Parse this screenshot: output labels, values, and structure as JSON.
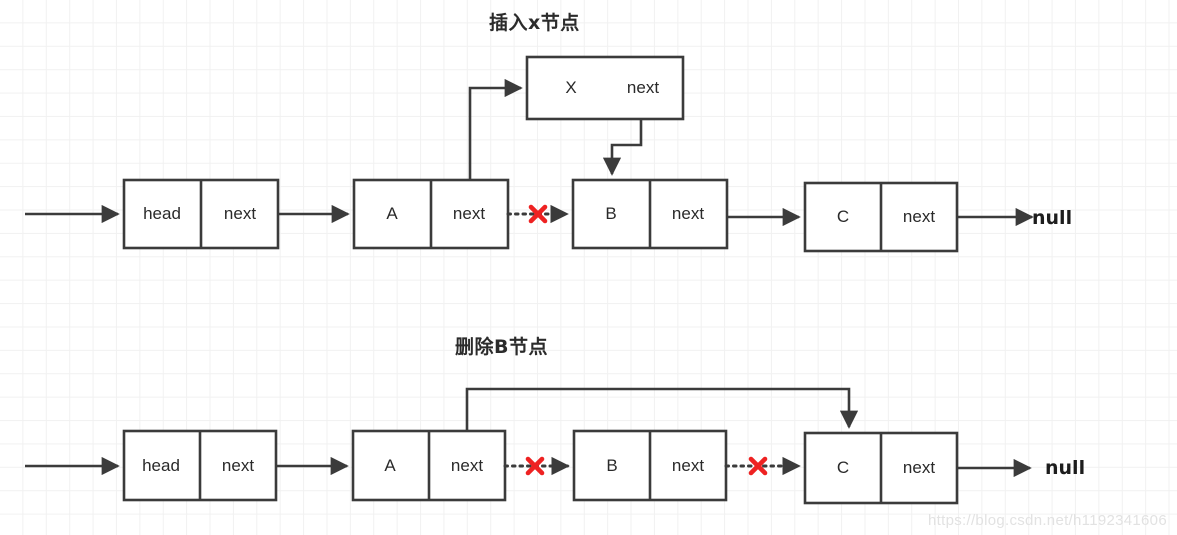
{
  "page": {
    "background_color": "#ffffff",
    "grid_color": "#f1f1f1",
    "stroke_color": "#3b3b3b",
    "accent_color": "#ee2222"
  },
  "watermark": {
    "text": "https://blog.csdn.net/h1192341606"
  },
  "diagrams": [
    {
      "id": "insert",
      "title": "插入x节点",
      "nodes": [
        {
          "id": "head",
          "left_label": "head",
          "right_label": "next"
        },
        {
          "id": "a",
          "left_label": "A",
          "right_label": "next"
        },
        {
          "id": "b",
          "left_label": "B",
          "right_label": "next"
        },
        {
          "id": "c",
          "left_label": "C",
          "right_label": "next"
        },
        {
          "id": "x",
          "left_label": "X",
          "right_label": "next"
        }
      ],
      "terminator": "null",
      "broken_links": [
        {
          "from": "a",
          "to": "b",
          "marker": "✕"
        }
      ]
    },
    {
      "id": "delete",
      "title": "删除B节点",
      "nodes": [
        {
          "id": "head",
          "left_label": "head",
          "right_label": "next"
        },
        {
          "id": "a",
          "left_label": "A",
          "right_label": "next"
        },
        {
          "id": "b",
          "left_label": "B",
          "right_label": "next"
        },
        {
          "id": "c",
          "left_label": "C",
          "right_label": "next"
        }
      ],
      "terminator": "null",
      "broken_links": [
        {
          "from": "a",
          "to": "b",
          "marker": "✕"
        },
        {
          "from": "b",
          "to": "c",
          "marker": "✕"
        }
      ]
    }
  ]
}
